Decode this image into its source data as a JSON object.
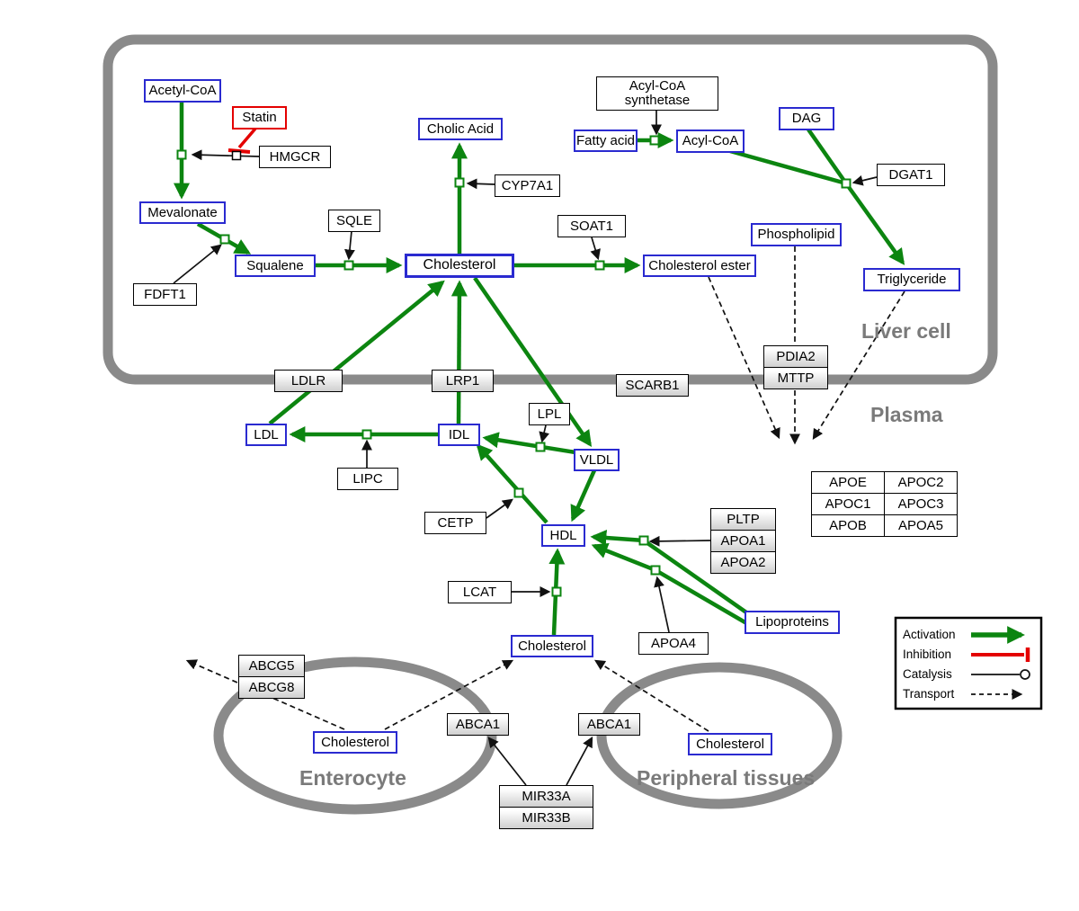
{
  "title": "Cholesterol metabolism pathway diagram",
  "colors": {
    "activation_green": "#0c8510",
    "inhibition_red": "#e40000",
    "metabolite_blue": "#2a2ad0",
    "membrane_gray": "#8a8a8a"
  },
  "regions": {
    "liver": {
      "label": "Liver cell"
    },
    "plasma": {
      "label": "Plasma"
    },
    "enterocyte": {
      "label": "Enterocyte"
    },
    "peripheral": {
      "label": "Peripheral tissues"
    }
  },
  "legend": {
    "activation": "Activation",
    "inhibition": "Inhibition",
    "catalysis": "Catalysis",
    "transport": "Transport"
  },
  "nodes": {
    "acetyl_coa": {
      "label": "Acetyl-CoA"
    },
    "statin": {
      "label": "Statin"
    },
    "hmgcr": {
      "label": "HMGCR"
    },
    "mevalonate": {
      "label": "Mevalonate"
    },
    "fdft1": {
      "label": "FDFT1"
    },
    "squalene": {
      "label": "Squalene"
    },
    "sqle": {
      "label": "SQLE"
    },
    "cholesterol_liver": {
      "label": "Cholesterol"
    },
    "cholic_acid": {
      "label": "Cholic Acid"
    },
    "cyp7a1": {
      "label": "CYP7A1"
    },
    "soat1": {
      "label": "SOAT1"
    },
    "cholesterol_ester": {
      "label": "Cholesterol ester"
    },
    "acyl_coa_synthetase": {
      "label": "Acyl-CoA synthetase"
    },
    "fatty_acid": {
      "label": "Fatty acid"
    },
    "acyl_coa": {
      "label": "Acyl-CoA"
    },
    "dag": {
      "label": "DAG"
    },
    "dgat1": {
      "label": "DGAT1"
    },
    "phospholipid": {
      "label": "Phospholipid"
    },
    "triglyceride": {
      "label": "Triglyceride"
    },
    "ldlr": {
      "label": "LDLR"
    },
    "lrp1": {
      "label": "LRP1"
    },
    "scarb1": {
      "label": "SCARB1"
    },
    "pdia2": {
      "label": "PDIA2"
    },
    "mttp": {
      "label": "MTTP"
    },
    "ldl": {
      "label": "LDL"
    },
    "idl": {
      "label": "IDL"
    },
    "lpl": {
      "label": "LPL"
    },
    "vldl": {
      "label": "VLDL"
    },
    "lipc": {
      "label": "LIPC"
    },
    "cetp": {
      "label": "CETP"
    },
    "hdl": {
      "label": "HDL"
    },
    "pltp": {
      "label": "PLTP"
    },
    "apoa1": {
      "label": "APOA1"
    },
    "apoa2": {
      "label": "APOA2"
    },
    "lcat": {
      "label": "LCAT"
    },
    "apoa4": {
      "label": "APOA4"
    },
    "lipoproteins": {
      "label": "Lipoproteins"
    },
    "apoe": {
      "label": "APOE"
    },
    "apoc2": {
      "label": "APOC2"
    },
    "apoc1": {
      "label": "APOC1"
    },
    "apoc3": {
      "label": "APOC3"
    },
    "apob": {
      "label": "APOB"
    },
    "apoa5": {
      "label": "APOA5"
    },
    "cholesterol_plasma": {
      "label": "Cholesterol"
    },
    "abcg5": {
      "label": "ABCG5"
    },
    "abcg8": {
      "label": "ABCG8"
    },
    "cholesterol_enterocyte": {
      "label": "Cholesterol"
    },
    "abca1_left": {
      "label": "ABCA1"
    },
    "abca1_right": {
      "label": "ABCA1"
    },
    "cholesterol_peripheral": {
      "label": "Cholesterol"
    },
    "mir33a": {
      "label": "MIR33A"
    },
    "mir33b": {
      "label": "MIR33B"
    }
  }
}
